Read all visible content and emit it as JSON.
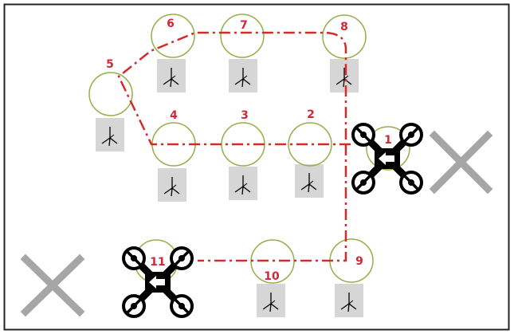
{
  "colors": {
    "path": "#d42a2a",
    "label": "#cc2a3a",
    "node_outline": "#93b04a",
    "x_mark": "#a6a6a6",
    "stand_fill": "#d6d6d6",
    "drone": "#000000",
    "border": "#222222"
  },
  "icons": {
    "drone": "quadcopter-drone-icon",
    "stand": "tripod-stand-icon",
    "x_mark": "x-mark-icon"
  },
  "diagram": {
    "nodes": [
      {
        "id": "1",
        "label": "1"
      },
      {
        "id": "2",
        "label": "2"
      },
      {
        "id": "3",
        "label": "3"
      },
      {
        "id": "4",
        "label": "4"
      },
      {
        "id": "5",
        "label": "5"
      },
      {
        "id": "6",
        "label": "6"
      },
      {
        "id": "7",
        "label": "7"
      },
      {
        "id": "8",
        "label": "8"
      },
      {
        "id": "9",
        "label": "9"
      },
      {
        "id": "10",
        "label": "10"
      },
      {
        "id": "11",
        "label": "11"
      }
    ],
    "route": [
      "1",
      "2",
      "3",
      "4",
      "5",
      "6",
      "7",
      "8",
      "1",
      "9",
      "10",
      "11"
    ],
    "x_marks": [
      "start-area",
      "end-area"
    ]
  }
}
